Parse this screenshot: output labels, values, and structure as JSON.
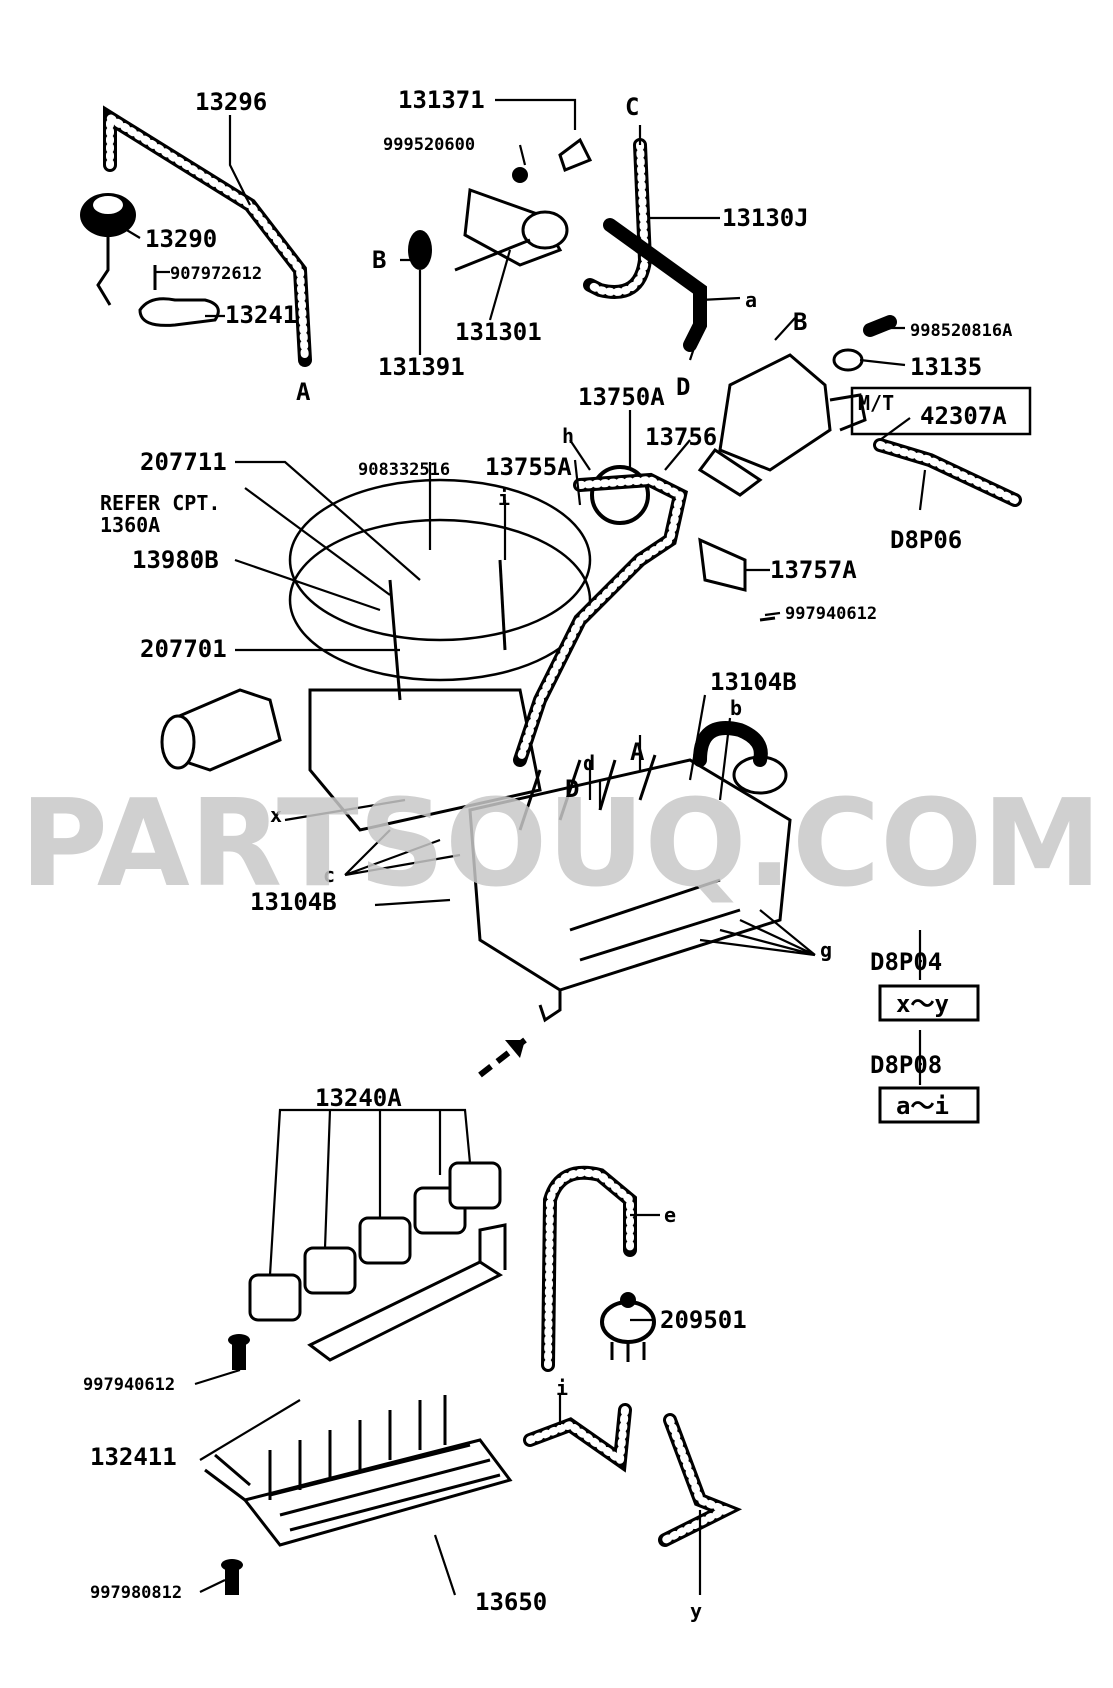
{
  "labels": {
    "l13296": "13296",
    "l13290": "13290",
    "l907972612": "907972612",
    "l13241": "13241",
    "la_top": "A",
    "l131371": "131371",
    "l999520600": "999520600",
    "lc_top": "C",
    "l13130j": "13130J",
    "lb_left": "B",
    "la_hose": "a",
    "l131301": "131301",
    "l131391": "131391",
    "ld_top": "D",
    "lb_right": "B",
    "l998520816a": "998520816A",
    "l13135": "13135",
    "l13750a": "13750A",
    "lmt": "M/T",
    "l42307a": "42307A",
    "l13756": "13756",
    "lh": "h",
    "ld8p06": "D8P06",
    "l207711": "207711",
    "l908332516": "908332516",
    "l13755a": "13755A",
    "lrefer_cpt": "REFER CPT.",
    "l1360a": "1360A",
    "li_mid": "i",
    "l13980b": "13980B",
    "l13757a": "13757A",
    "l997940612_top": "997940612",
    "l207701": "207701",
    "l13104b_top": "13104B",
    "lb_lower": "b",
    "ld_lower": "d",
    "la_lower": "A",
    "ld_upper": "D",
    "lx": "x",
    "lc_lower": "c",
    "l13104b_bottom": "13104B",
    "lg": "g",
    "l13240a": "13240A",
    "le": "e",
    "l209501": "209501",
    "l997940612_bottom": "997940612",
    "li_lower": "i",
    "l132411": "132411",
    "l13650": "13650",
    "l997980812": "997980812",
    "ly": "y"
  },
  "refs": {
    "d8p04": {
      "code": "D8P04",
      "range": "x～y"
    },
    "d8p08": {
      "code": "D8P08",
      "range": "a～i"
    }
  },
  "watermark": "PARTSOUQ.COM"
}
